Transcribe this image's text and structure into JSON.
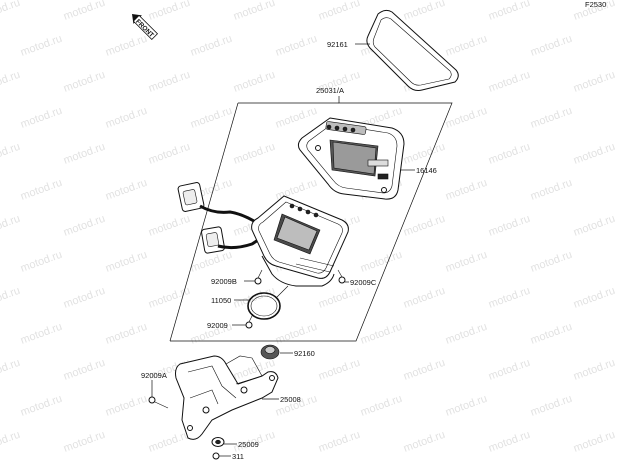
{
  "figure_code": "F2530",
  "front_marker": "FRONT",
  "watermark_text": "motod.ru",
  "labels": {
    "gasket": "92161",
    "meter_assy": "25031/A",
    "cover": "16146",
    "screw_b": "92009B",
    "screw_c": "92009C",
    "band": "11050",
    "screw": "92009",
    "grommet": "92160",
    "screw_a": "92009A",
    "bracket": "25008",
    "damper": "25009",
    "collar": "311"
  }
}
